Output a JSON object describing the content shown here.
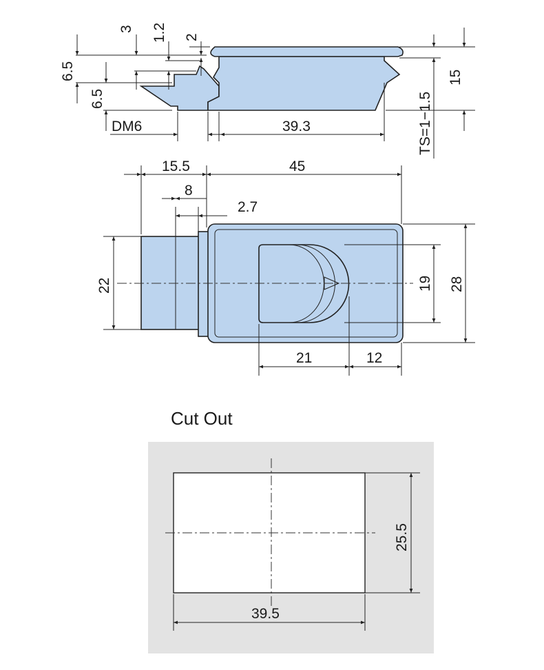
{
  "colors": {
    "part_fill": "#bcd4ee",
    "cutout_bg": "#e3e3e3"
  },
  "side_view": {
    "dims": {
      "d3": "3",
      "d1_2": "1.2",
      "d2": "2",
      "d6_5a": "6.5",
      "d6_5b": "6.5",
      "dm6": "DM6",
      "d39_3": "39.3",
      "ts": "TS=1−1.5",
      "d15": "15"
    }
  },
  "front_view": {
    "dims": {
      "d15_5": "15.5",
      "d45": "45",
      "d8": "8",
      "d2_7": "2.7",
      "d22": "22",
      "d19": "19",
      "d28": "28",
      "d21": "21",
      "d12": "12"
    }
  },
  "cutout": {
    "title": "Cut Out",
    "dims": {
      "width": "39.5",
      "height": "25.5"
    }
  }
}
